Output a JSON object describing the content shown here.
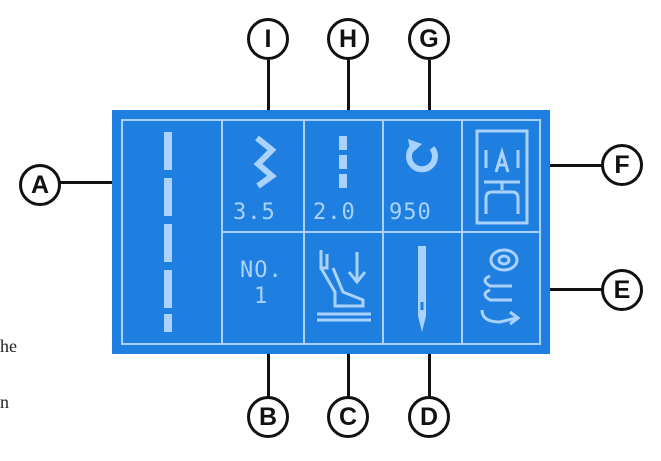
{
  "callouts": {
    "a": "A",
    "b": "B",
    "c": "C",
    "d": "D",
    "e": "E",
    "f": "F",
    "g": "G",
    "h": "H",
    "i": "I"
  },
  "display": {
    "stitch_width": "3.5",
    "stitch_length": "2.0",
    "speed": "950",
    "pattern_no_label": "NO.",
    "pattern_no_value": "1"
  },
  "side_text": {
    "line1": "he",
    "line2": "n"
  },
  "colors": {
    "lcd_background": "#1e7fe0",
    "lcd_foreground": "#a9d2ff",
    "callout_stroke": "#111111"
  },
  "icons": [
    "straight-stitch-pattern-icon",
    "zigzag-stitch-icon",
    "stitch-length-icon",
    "speed-rotation-icon",
    "buttonhole-foot-icon",
    "presser-foot-down-icon",
    "needle-position-icon",
    "bobbin-winding-icon"
  ]
}
